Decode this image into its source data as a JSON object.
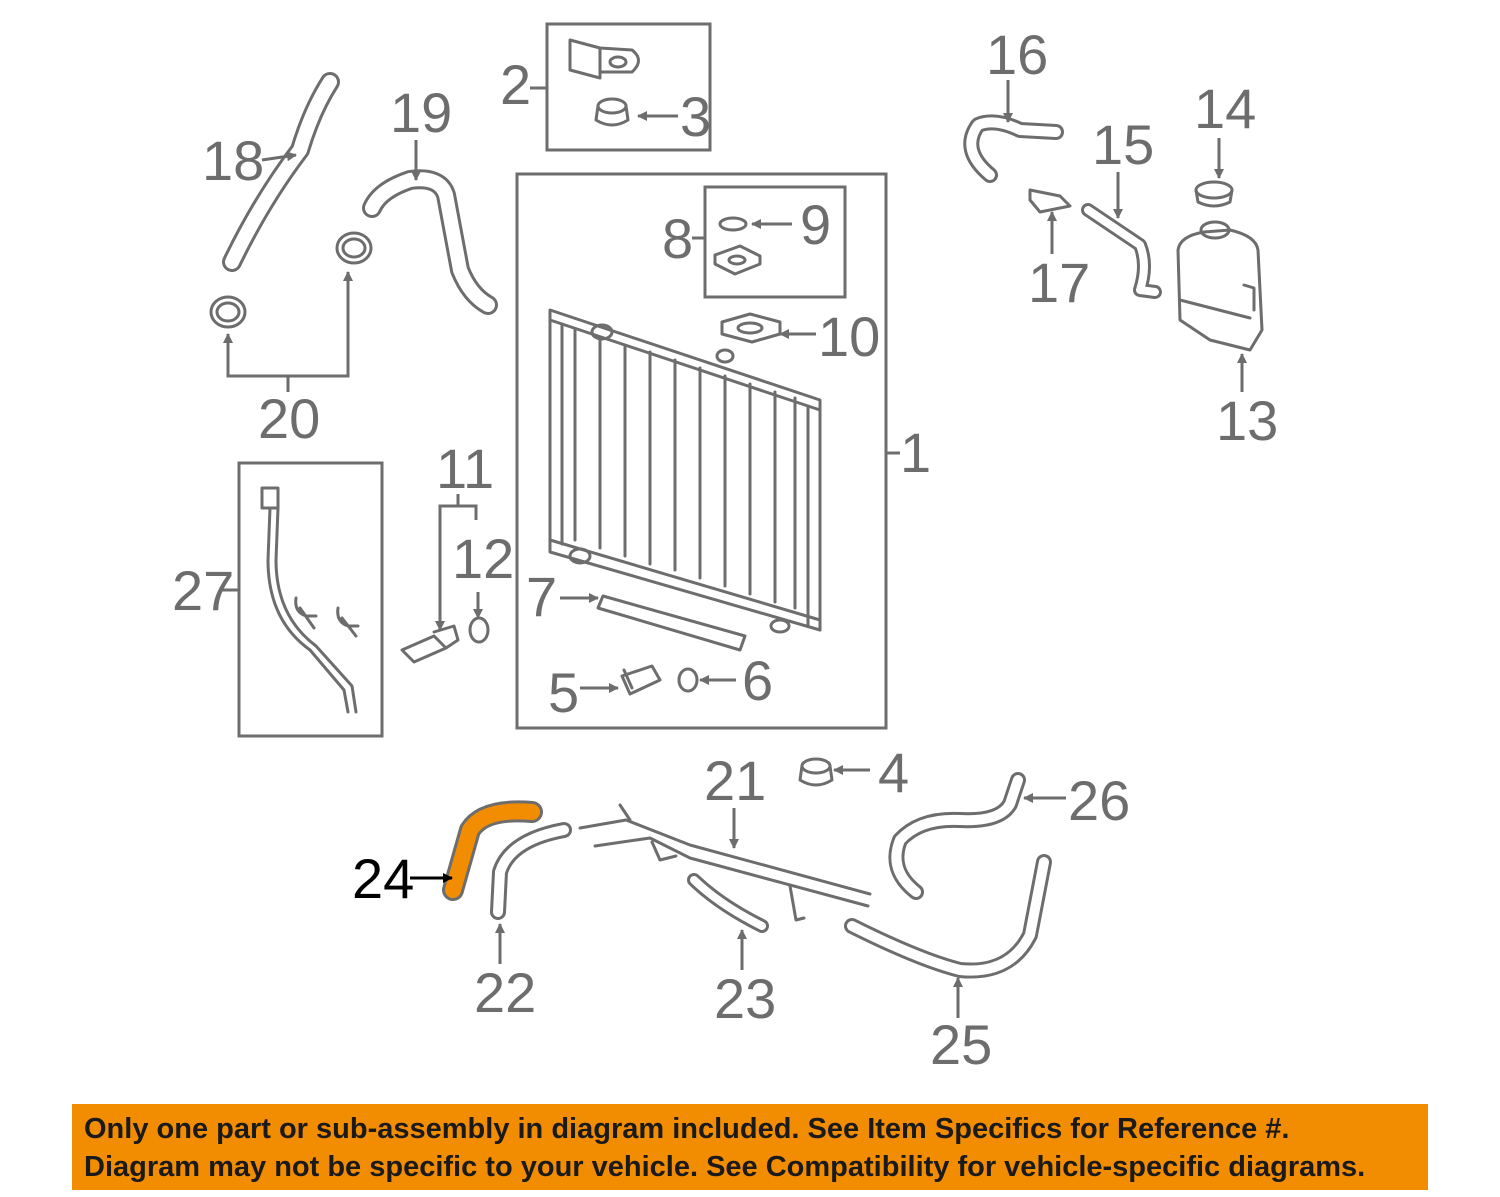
{
  "callouts": [
    {
      "id": "1",
      "label": "1"
    },
    {
      "id": "2",
      "label": "2"
    },
    {
      "id": "3",
      "label": "3"
    },
    {
      "id": "4",
      "label": "4"
    },
    {
      "id": "5",
      "label": "5"
    },
    {
      "id": "6",
      "label": "6"
    },
    {
      "id": "7",
      "label": "7"
    },
    {
      "id": "8",
      "label": "8"
    },
    {
      "id": "9",
      "label": "9"
    },
    {
      "id": "10",
      "label": "10"
    },
    {
      "id": "11",
      "label": "11"
    },
    {
      "id": "12",
      "label": "12"
    },
    {
      "id": "13",
      "label": "13"
    },
    {
      "id": "14",
      "label": "14"
    },
    {
      "id": "15",
      "label": "15"
    },
    {
      "id": "16",
      "label": "16"
    },
    {
      "id": "17",
      "label": "17"
    },
    {
      "id": "18",
      "label": "18"
    },
    {
      "id": "19",
      "label": "19"
    },
    {
      "id": "20",
      "label": "20"
    },
    {
      "id": "21",
      "label": "21"
    },
    {
      "id": "22",
      "label": "22"
    },
    {
      "id": "23",
      "label": "23"
    },
    {
      "id": "24",
      "label": "24",
      "highlighted": true
    },
    {
      "id": "25",
      "label": "25"
    },
    {
      "id": "26",
      "label": "26"
    },
    {
      "id": "27",
      "label": "27"
    }
  ],
  "highlight": {
    "part": "24",
    "color": "#f28c00"
  },
  "colors": {
    "line": "#6d6d6d",
    "banner": "#f28c00",
    "highlight_label": "#000000"
  },
  "notice": {
    "line1": "Only one part or sub-assembly in diagram included. See Item Specifics for Reference #.",
    "line2": "Diagram may not be specific to your vehicle. See Compatibility for vehicle-specific diagrams."
  }
}
